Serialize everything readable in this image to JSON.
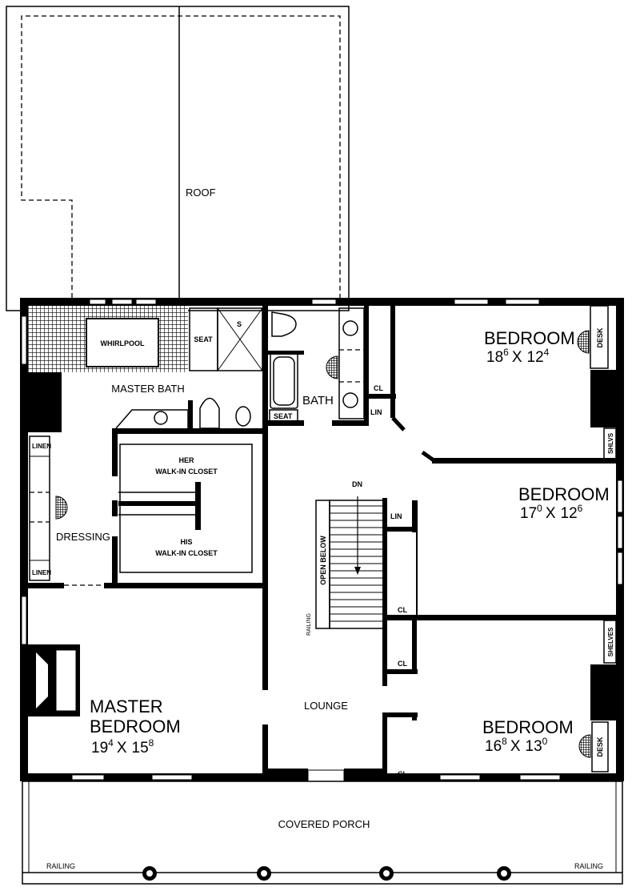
{
  "plan": {
    "roof": "ROOF",
    "whirlpool": "WHIRLPOOL",
    "seat": "SEAT",
    "shower": "S",
    "master_bath": "MASTER BATH",
    "bath": "BATH",
    "bath_seat": "SEAT",
    "cl": "CL",
    "lin": "LIN",
    "linen": "LINEN",
    "her_closet": [
      "HER",
      "WALK-IN CLOSET"
    ],
    "his_closet": [
      "HIS",
      "WALK-IN CLOSET"
    ],
    "dressing": "DRESSING",
    "dn": "DN",
    "open_below": "OPEN BELOW",
    "railing": "RAILING",
    "lounge": "LOUNGE",
    "desk": "DESK",
    "shlvs": "SHLVS",
    "shelves": "SHELVES",
    "covered_porch": "COVERED PORCH",
    "master_bedroom": {
      "name": [
        "MASTER",
        "BEDROOM"
      ],
      "w": "19",
      "w_in": "4",
      "x": "X",
      "l": "15",
      "l_in": "8"
    },
    "bedroom1": {
      "name": "BEDROOM",
      "w": "18",
      "w_in": "6",
      "x": "X",
      "l": "12",
      "l_in": "4"
    },
    "bedroom2": {
      "name": "BEDROOM",
      "w": "17",
      "w_in": "0",
      "x": "X",
      "l": "12",
      "l_in": "6"
    },
    "bedroom3": {
      "name": "BEDROOM",
      "w": "16",
      "w_in": "8",
      "x": "X",
      "l": "13",
      "l_in": "0"
    }
  }
}
